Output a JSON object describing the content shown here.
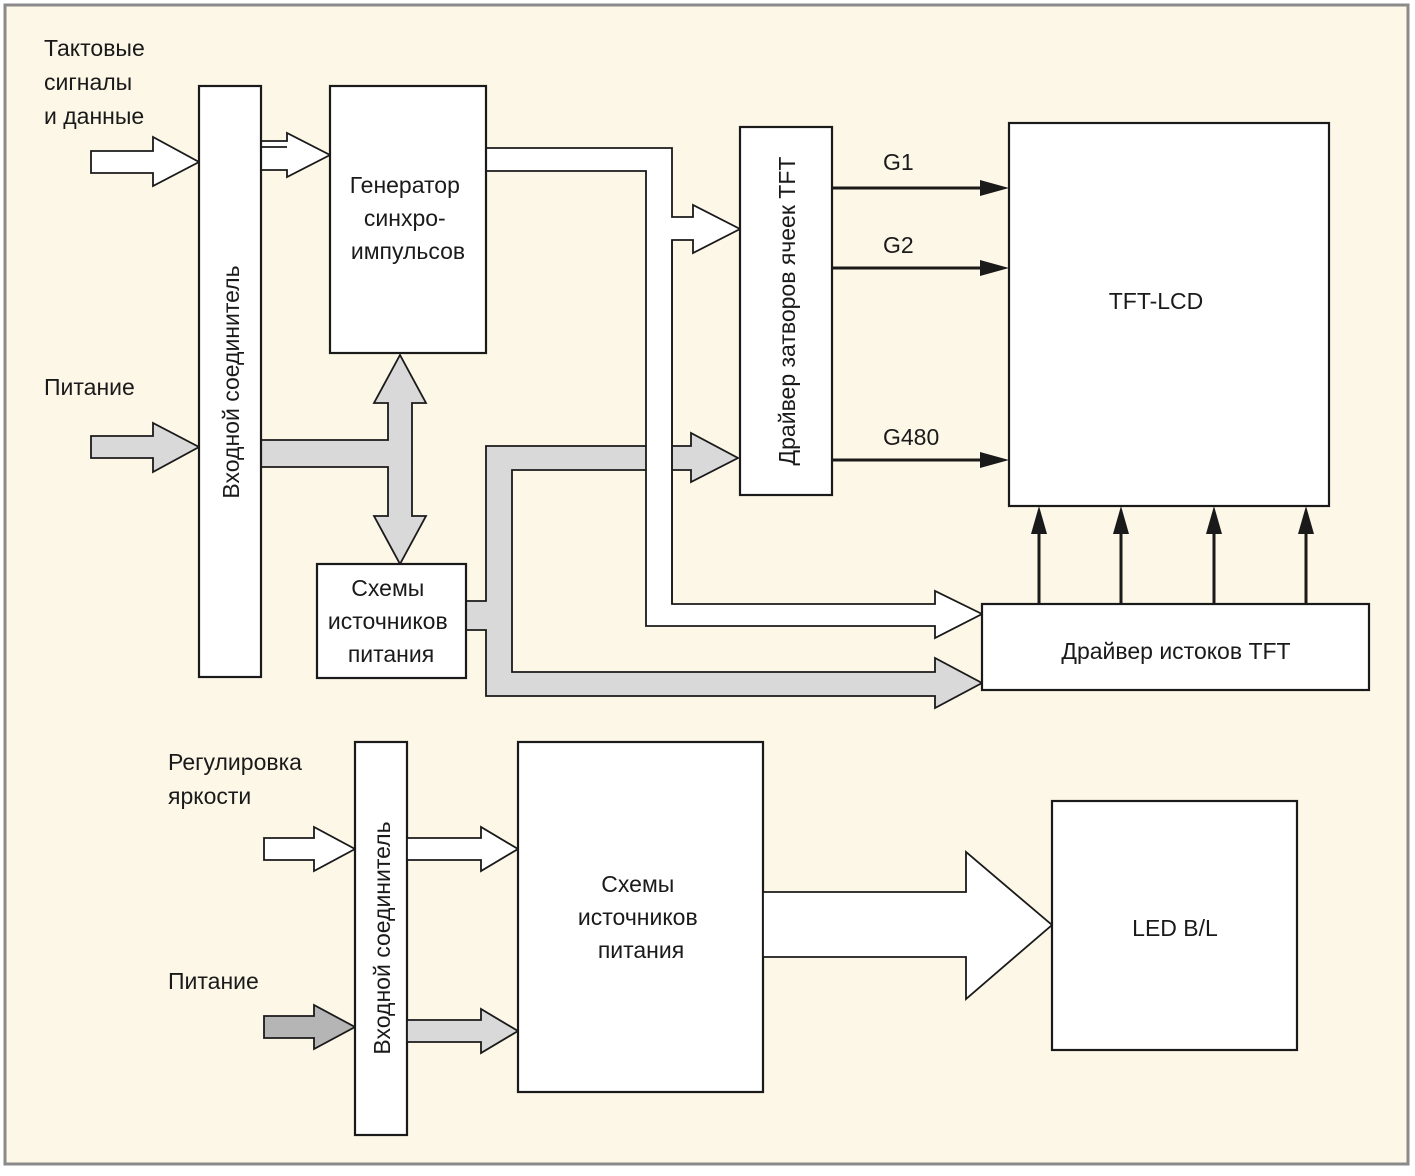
{
  "colors": {
    "background": "#fdf7e7",
    "frame": "#8a8a8a",
    "line": "#1a1a1a",
    "power_arrow": "#d9d9d9"
  },
  "inputs": {
    "clock_data": [
      "Тактовые",
      "сигналы",
      "и данные"
    ],
    "power_top": "Питание",
    "brightness": [
      "Регулировка",
      "яркости"
    ],
    "power_bottom": "Питание"
  },
  "blocks": {
    "input_connector_top": "Входной соединитель",
    "sync_generator": [
      "Генератор",
      "синхро-",
      "импульсов"
    ],
    "power_circuits_top": [
      "Схемы",
      "источников",
      "питания"
    ],
    "gate_driver": "Драйвер затворов ячеек TFT",
    "tft_lcd": "TFT-LCD",
    "source_driver": "Драйвер истоков TFT",
    "input_connector_bottom": "Входной соединитель",
    "power_circuits_bottom": [
      "Схемы",
      "источников",
      "питания"
    ],
    "led_backlight": "LED B/L"
  },
  "gate_lines": [
    "G1",
    "G2",
    "G480"
  ]
}
